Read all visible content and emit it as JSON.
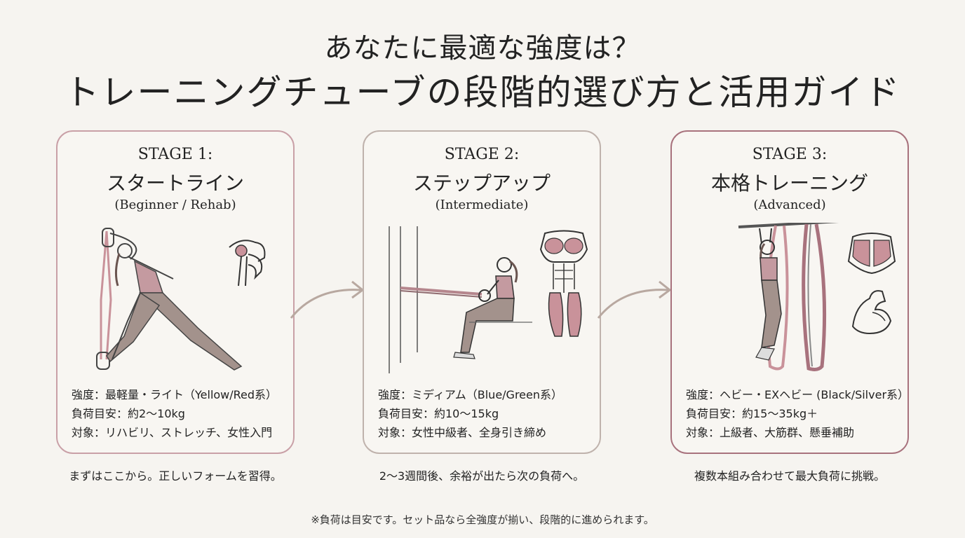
{
  "header": {
    "line1": "あなたに最適な強度は？",
    "line2": "トレーニングチューブの段階的選び方と活用ガイド"
  },
  "stages": [
    {
      "label": "STAGE 1:",
      "name": "スタートライン",
      "level": "(Beginner / Rehab)",
      "strength": "強度：最軽量・ライト（Yellow/Red系）",
      "load": "負荷目安：約2〜10kg",
      "target": "対象：リハビリ、ストレッチ、女性入門",
      "caption": "まずはここから。正しいフォームを習得。"
    },
    {
      "label": "STAGE 2:",
      "name": "ステップアップ",
      "level": "(Intermediate)",
      "strength": "強度：ミディアム（Blue/Green系）",
      "load": "負荷目安：約10〜15kg",
      "target": "対象：女性中級者、全身引き締め",
      "caption": "2〜3週間後、余裕が出たら次の負荷へ。"
    },
    {
      "label": "STAGE 3:",
      "name": "本格トレーニング",
      "level": "(Advanced)",
      "strength": "強度：ヘビー・EXヘビー (Black/Silver系）",
      "load": "負荷目安：約15〜35kg＋",
      "target": "対象：上級者、大筋群、懸垂補助",
      "caption": "複数本組み合わせて最大負荷に挑戦。"
    }
  ],
  "footnote": "※負荷は目安です。セット品なら全強度が揃い、段階的に進められます。",
  "colors": {
    "background": "#f6f4f0",
    "card1_border": "#c9a0a7",
    "card2_border": "#bfb2ac",
    "card3_border": "#a8727d",
    "band_pink": "#c9929a",
    "body_taupe": "#a3928c",
    "arrow": "#b8a8a0"
  }
}
